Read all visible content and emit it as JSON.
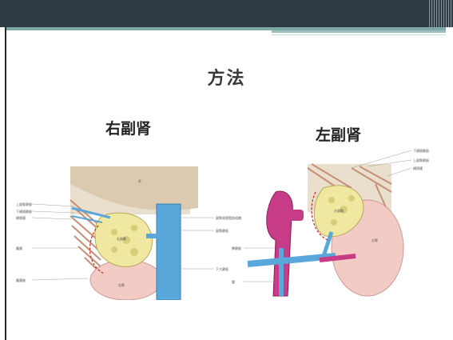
{
  "slide": {
    "title": "方法",
    "right_heading": "右副肾",
    "left_heading": "左副肾"
  },
  "right_figure": {
    "labels": [
      "上副腎静脈",
      "下横隔静脈",
      "横隔膜",
      "腹膜",
      "腹膜後",
      "右腎",
      "右副腎",
      "副腎周囲脂肪組織",
      "副腎静脈",
      "下大静脈",
      "肝"
    ]
  },
  "left_figure": {
    "labels": [
      "下横隔静脈",
      "上副腎静脈",
      "横隔膜",
      "左副腎",
      "左腎",
      "脾静脈",
      "腸"
    ]
  }
}
